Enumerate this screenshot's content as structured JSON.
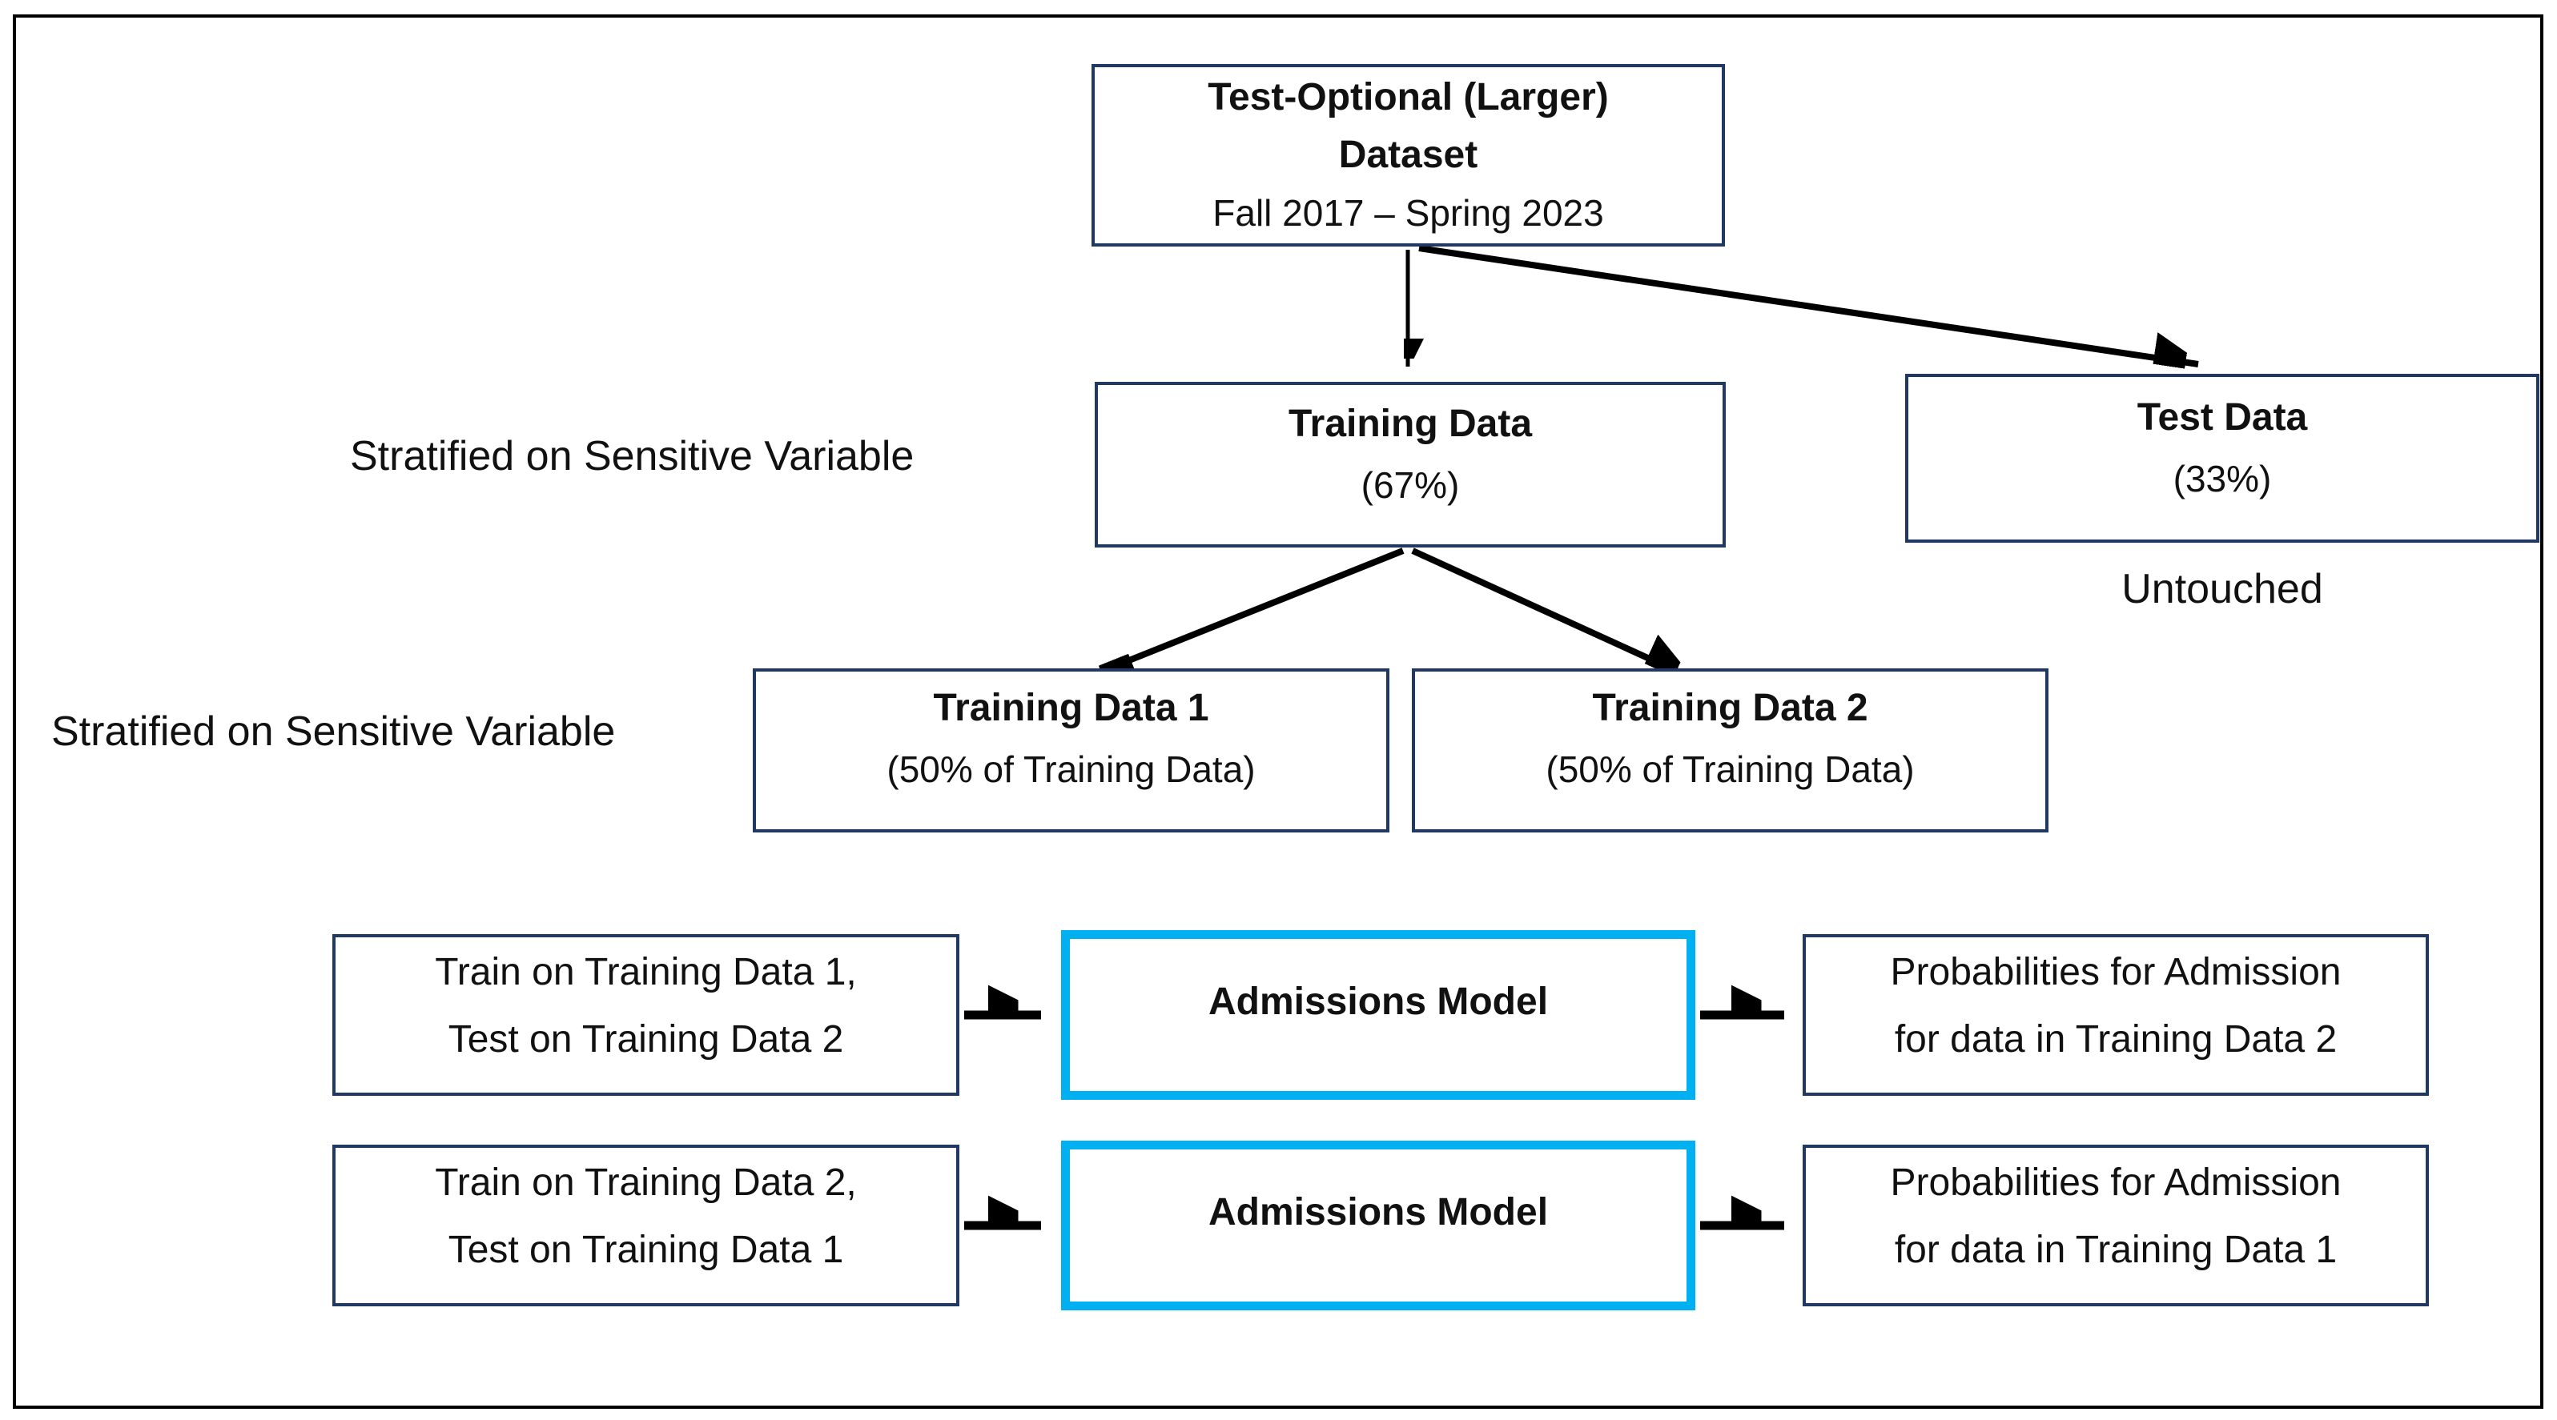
{
  "diagram": {
    "top_box": {
      "title_line1": "Test-Optional (Larger)",
      "title_line2": "Dataset",
      "subtitle": "Fall 2017 – Spring 2023"
    },
    "training_box": {
      "title": "Training Data",
      "subtitle": "(67%)"
    },
    "test_box": {
      "title": "Test Data",
      "subtitle": "(33%)",
      "note": "Untouched"
    },
    "split_label_top": "Stratified on Sensitive Variable",
    "split_label_bottom": "Stratified on Sensitive Variable",
    "training1_box": {
      "title": "Training Data 1",
      "subtitle": "(50% of Training Data)"
    },
    "training2_box": {
      "title": "Training Data 2",
      "subtitle": "(50% of Training Data)"
    },
    "row1": {
      "input_line1": "Train on Training Data 1,",
      "input_line2": "Test on Training Data 2",
      "model": "Admissions Model",
      "output_line1": "Probabilities for Admission",
      "output_line2": "for data in Training Data 2"
    },
    "row2": {
      "input_line1": "Train on Training Data 2,",
      "input_line2": "Test on Training Data 1",
      "model": "Admissions Model",
      "output_line1": "Probabilities for Admission",
      "output_line2": "for data in Training Data 1"
    }
  },
  "colors": {
    "box_border": "#1f3864",
    "model_border": "#00b0f0",
    "arrow": "#000000",
    "frame": "#000000",
    "background": "#ffffff",
    "text": "#111111"
  }
}
